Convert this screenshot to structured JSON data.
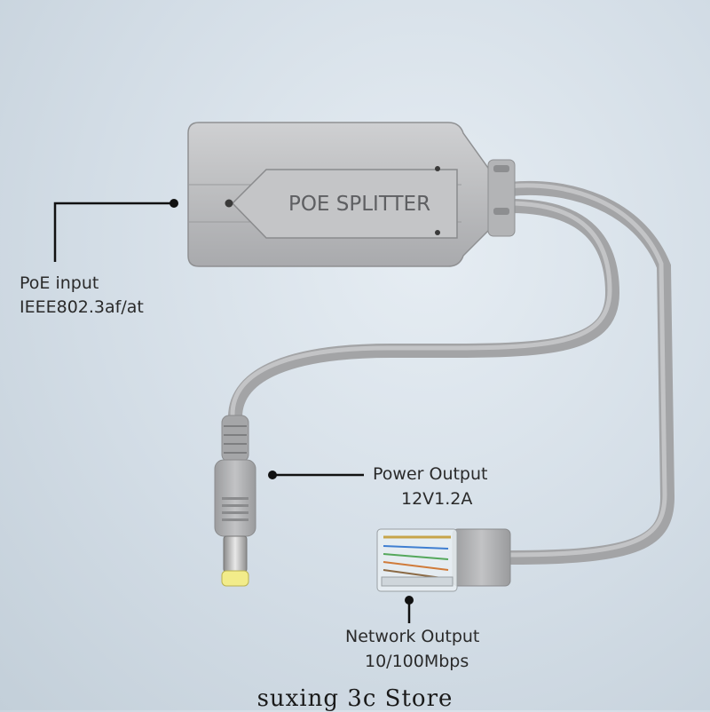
{
  "product": {
    "body_label": "POE SPLITTER",
    "colors": {
      "housing": "#b9babc",
      "cable": "#a9aaac",
      "tip": "#f2ec8a",
      "background": "#d6e0e8"
    }
  },
  "callouts": {
    "poe_input": {
      "title": "PoE input",
      "spec": "IEEE802.3af/at"
    },
    "power_output": {
      "title": "Power Output",
      "spec": "12V1.2A"
    },
    "network_output": {
      "title": "Network Output",
      "spec": "10/100Mbps"
    }
  },
  "watermark": "suxing 3c Store"
}
